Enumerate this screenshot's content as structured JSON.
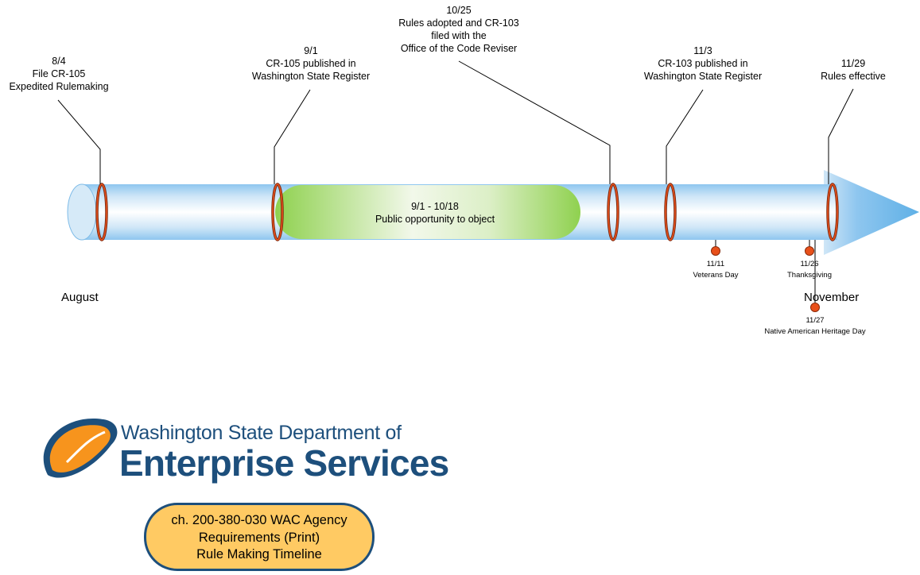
{
  "milestones": [
    {
      "date": "8/4",
      "lines": [
        "File CR-105",
        "Expedited Rulemaking"
      ]
    },
    {
      "date": "9/1",
      "lines": [
        "CR-105 published in",
        "Washington State Register"
      ]
    },
    {
      "date": "10/25",
      "lines": [
        "Rules adopted and CR-103",
        "filed with the",
        "Office of the Code Reviser"
      ]
    },
    {
      "date": "11/3",
      "lines": [
        "CR-103 published in",
        "Washington State Register"
      ]
    },
    {
      "date": "11/29",
      "lines": [
        "Rules effective"
      ]
    }
  ],
  "period": {
    "range": "9/1 - 10/18",
    "label": "Public opportunity to object"
  },
  "holidays": [
    {
      "date": "11/11",
      "name": "Veterans Day"
    },
    {
      "date": "11/26",
      "name": "Thanksgiving"
    },
    {
      "date": "11/27",
      "name": "Native American Heritage Day"
    }
  ],
  "months": {
    "start": "August",
    "end": "November"
  },
  "logo": {
    "line1": "Washington State Department of",
    "line2": "Enterprise Services"
  },
  "caption": {
    "lines": [
      "ch. 200-380-030 WAC Agency",
      "Requirements (Print)",
      "Rule Making Timeline"
    ]
  },
  "colors": {
    "bar": "#cfe6f7",
    "bar_edge": "#7fbce8",
    "period_fill": "#8fd14f",
    "ring": "#e8501a",
    "arrow": "#6bb8ea",
    "brand_blue": "#1d4f7c",
    "brand_orange": "#f7941d",
    "caption_fill": "#ffca63"
  }
}
